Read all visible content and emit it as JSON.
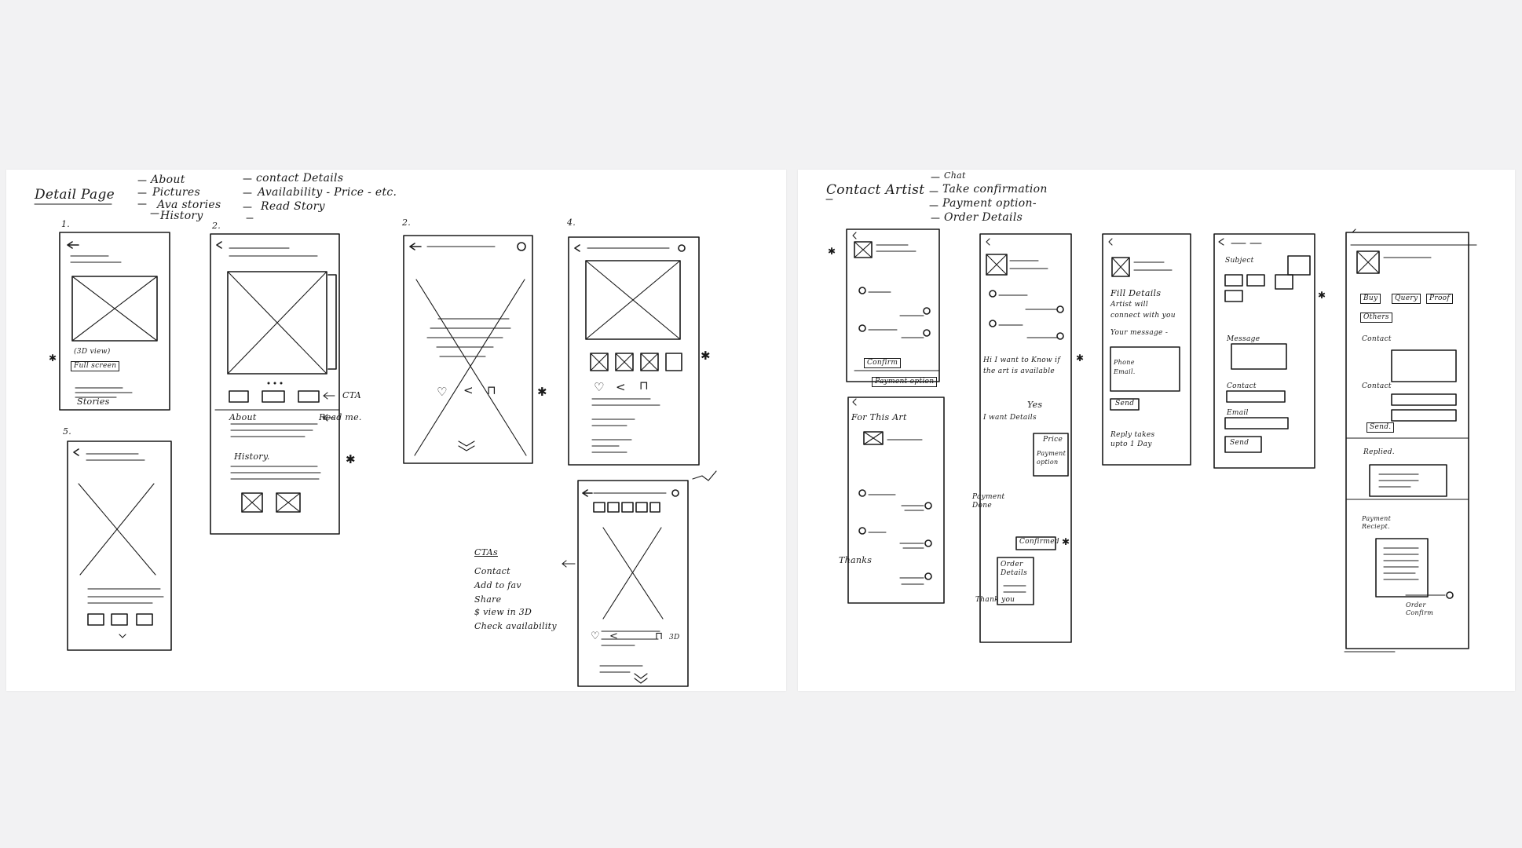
{
  "left_sheet": {
    "heading": "Detail Page",
    "bullets_col1": [
      "About",
      "Pictures",
      "Ava stories",
      "History"
    ],
    "bullets_col2": [
      "contact Details",
      "Availability - Price - etc.",
      "Read Story"
    ],
    "frame_numbers": [
      "1.",
      "2.",
      "2.",
      "4.",
      "5."
    ],
    "frame1": {
      "view_label": "(3D view)",
      "fullscreen_label": "Full screen",
      "stories_label": "Stories"
    },
    "frame2": {
      "cta_label": "CTA",
      "about_label": "About",
      "read_more_label": "Read me.",
      "history_label": "History."
    },
    "ctas": {
      "title": "CTAs",
      "items": [
        "Contact",
        "Add to fav",
        "Share",
        "$ view in 3D",
        "Check availability"
      ]
    },
    "frame6": {
      "view3d_label": "3D"
    }
  },
  "right_sheet": {
    "heading": "Contact Artist",
    "bullets": [
      "Chat",
      "Take confirmation",
      "Payment option-",
      "Order Details"
    ],
    "frame_a": {
      "confirm_label": "Confirm",
      "payment_label": "Payment option",
      "for_this_art": "For This Art",
      "thanks_label": "Thanks"
    },
    "frame_b": {
      "message_in": "Hi I want to Know if the art is available",
      "reply": "Yes",
      "request": "I want Details",
      "price_label": "Price",
      "payment_option": "Payment option",
      "payment_done": "Payment Done",
      "confirmed": "Confirmed",
      "order_details": "Order Details",
      "thank_you": "Thank you"
    },
    "frame_c": {
      "fill_details": "Fill Details",
      "artist_will": "Artist will",
      "connect_with": "connect with you",
      "your_message": "Your message -",
      "phone": "Phone",
      "email": "Email.",
      "send": "Send",
      "reply_takes": "Reply takes",
      "upto": "upto 1 Day"
    },
    "frame_d": {
      "subject": "Subject",
      "message": "Message",
      "contact": "Contact",
      "email": "Email",
      "send": "Send"
    },
    "frame_e": {
      "buy": "Buy",
      "query": "Query",
      "proof": "Proof",
      "others": "Others",
      "contact1": "Contact",
      "contact2": "Contact",
      "send": "Send.",
      "replied": "Replied.",
      "payment_receipt": "Payment Reciept.",
      "order_confirm": "Order Confirm"
    }
  },
  "icons": [
    "back-arrow-icon",
    "heart-icon",
    "share-icon",
    "bag-icon",
    "chevron-down-icon",
    "asterisk-icon",
    "arrow-left-icon"
  ]
}
